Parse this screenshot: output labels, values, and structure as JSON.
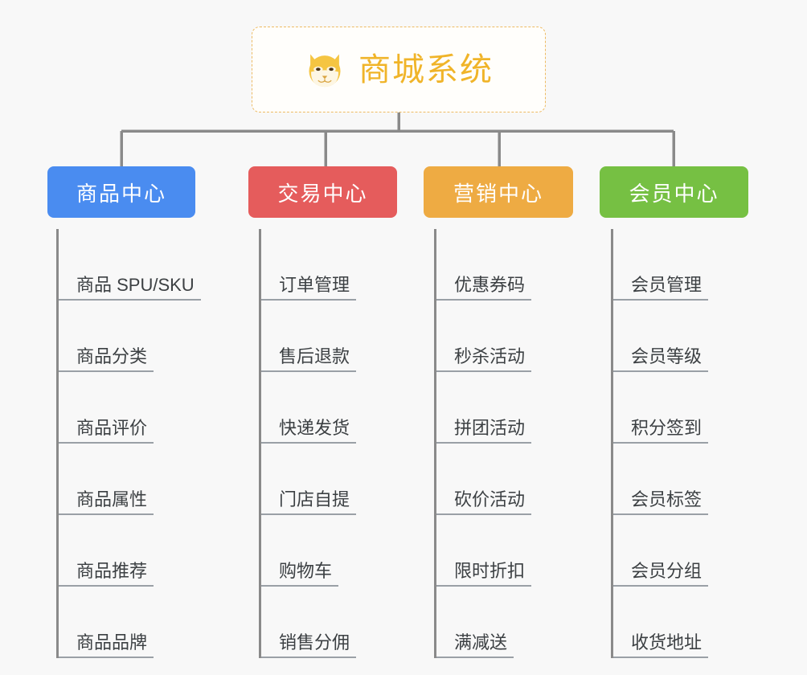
{
  "background_color": "#f8f8f8",
  "root": {
    "icon": "shiba-dog-face-icon",
    "title": "商城系统",
    "title_color": "#f0b429",
    "border_color": "#edbb63"
  },
  "connector_color": "#8a8a8a",
  "branches": [
    {
      "id": "product-center",
      "label": "商品中心",
      "color": "#4a8cf0",
      "items": [
        {
          "label": "商品 SPU/SKU"
        },
        {
          "label": "商品分类"
        },
        {
          "label": "商品评价"
        },
        {
          "label": "商品属性"
        },
        {
          "label": "商品推荐"
        },
        {
          "label": "商品品牌"
        }
      ]
    },
    {
      "id": "trade-center",
      "label": "交易中心",
      "color": "#e55c5c",
      "items": [
        {
          "label": "订单管理"
        },
        {
          "label": "售后退款"
        },
        {
          "label": "快递发货"
        },
        {
          "label": "门店自提"
        },
        {
          "label": "购物车"
        },
        {
          "label": "销售分佣"
        }
      ]
    },
    {
      "id": "marketing-center",
      "label": "营销中心",
      "color": "#eeab43",
      "items": [
        {
          "label": "优惠券码"
        },
        {
          "label": "秒杀活动"
        },
        {
          "label": "拼团活动"
        },
        {
          "label": "砍价活动"
        },
        {
          "label": "限时折扣"
        },
        {
          "label": "满减送"
        }
      ]
    },
    {
      "id": "member-center",
      "label": "会员中心",
      "color": "#76c043",
      "items": [
        {
          "label": "会员管理"
        },
        {
          "label": "会员等级"
        },
        {
          "label": "积分签到"
        },
        {
          "label": "会员标签"
        },
        {
          "label": "会员分组"
        },
        {
          "label": "收货地址"
        }
      ]
    }
  ]
}
